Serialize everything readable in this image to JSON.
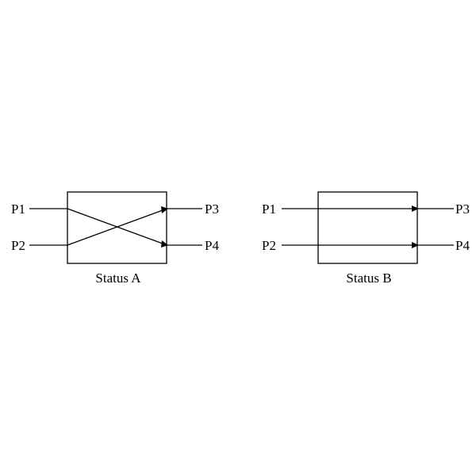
{
  "status_a": {
    "label": "Status A",
    "inputs": [
      "P1",
      "P2"
    ],
    "outputs": [
      "P3",
      "P4"
    ],
    "routing": "crossed"
  },
  "status_b": {
    "label": "Status B",
    "inputs": [
      "P1",
      "P2"
    ],
    "outputs": [
      "P3",
      "P4"
    ],
    "routing": "straight"
  },
  "colors": {
    "line": "#000000",
    "background": "#ffffff"
  }
}
